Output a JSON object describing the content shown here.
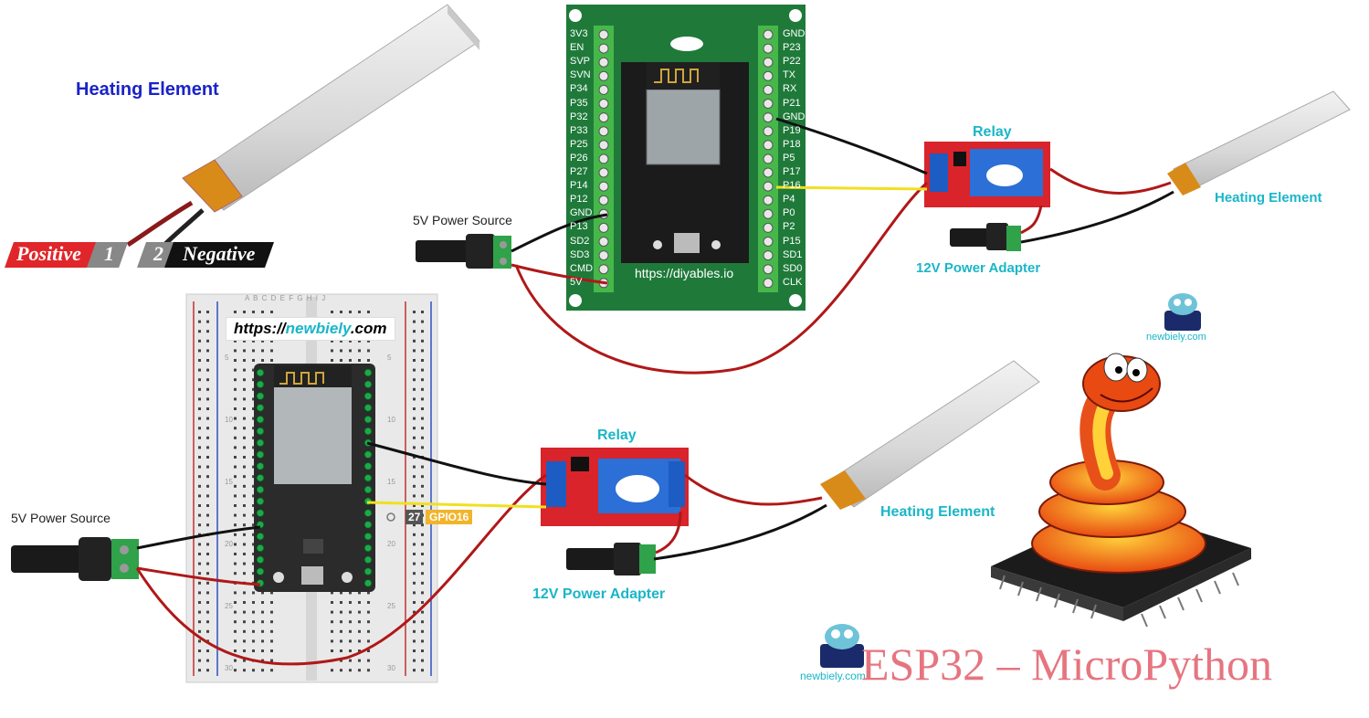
{
  "top_diagram": {
    "heating_label": "Heating Element",
    "positive": "Positive",
    "negative": "Negative",
    "pin1": "1",
    "pin2": "2",
    "power_source": "5V Power Source",
    "board_url": "https://diyables.io",
    "left_pins": [
      "3V3",
      "EN",
      "SVP",
      "SVN",
      "P34",
      "P35",
      "P32",
      "P33",
      "P25",
      "P26",
      "P27",
      "P14",
      "P12",
      "GND",
      "P13",
      "SD2",
      "SD3",
      "CMD",
      "5V"
    ],
    "right_pins": [
      "GND",
      "P23",
      "P22",
      "TX",
      "RX",
      "P21",
      "GND",
      "P19",
      "P18",
      "P5",
      "P17",
      "P16",
      "P4",
      "P0",
      "P2",
      "P15",
      "SD1",
      "SD0",
      "CLK"
    ],
    "relay_label": "Relay",
    "heating_right": "Heating Element",
    "adapter": "12V Power Adapter",
    "watermark": "newbiely.com"
  },
  "bottom_diagram": {
    "url_prefix": "https://",
    "url_brand": "newbiely",
    "url_suffix": ".com",
    "power_source": "5V Power Source",
    "gpio_num": "27",
    "gpio_label": "GPIO16",
    "relay_label": "Relay",
    "heating_label": "Heating Element",
    "adapter": "12V Power Adapter",
    "breadboard_rows": [
      "5",
      "10",
      "15",
      "20",
      "25",
      "30"
    ],
    "breadboard_cols": "A B C D E     F G H I J"
  },
  "brand": {
    "logo_text": "newbiely.com",
    "title": "ESP32 – MicroPython"
  },
  "colors": {
    "board_green": "#1f7a3a",
    "wire_red": "#b01818",
    "wire_black": "#111111",
    "wire_yellow": "#f0e020",
    "relay_red": "#d8242a",
    "title_pink": "#e67580",
    "label_cyan": "#1ab6c8"
  }
}
